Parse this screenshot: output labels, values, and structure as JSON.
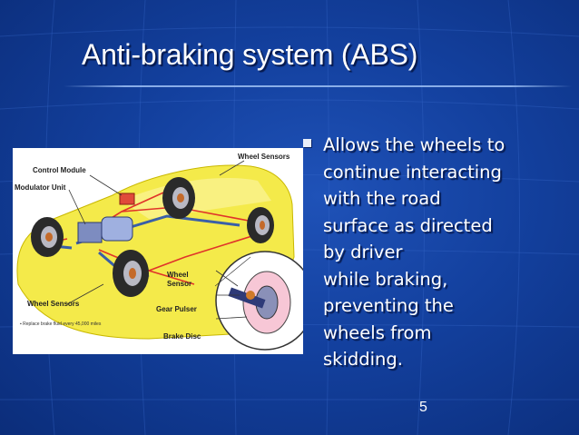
{
  "slide": {
    "title": "Anti-braking system (ABS)",
    "bullet_lines": [
      "Allows the wheels to",
      "continue interacting",
      "with the road",
      "surface as directed",
      "by driver",
      "while braking,",
      "preventing the",
      "wheels from",
      "skidding."
    ],
    "page_number": "5"
  },
  "figure": {
    "labels": {
      "control_module": "Control Module",
      "modulator_unit": "Modulator Unit",
      "wheel_sensors_top": "Wheel Sensors",
      "wheel_sensors_bottom": "Wheel Sensors",
      "wheel_sensor": "Wheel",
      "wheel_sensor_2": "Sensor",
      "gear_pulser": "Gear Pulser",
      "brake_disc": "Brake Disc",
      "footnote": "▪ Replace brake fluid every 45,000 miles"
    }
  },
  "colors": {
    "background": "#13409e",
    "text": "#ffffff",
    "car_body": "#f4ea4a",
    "brake_line": "#e0332a",
    "sensor_line": "#3a5fa8"
  }
}
